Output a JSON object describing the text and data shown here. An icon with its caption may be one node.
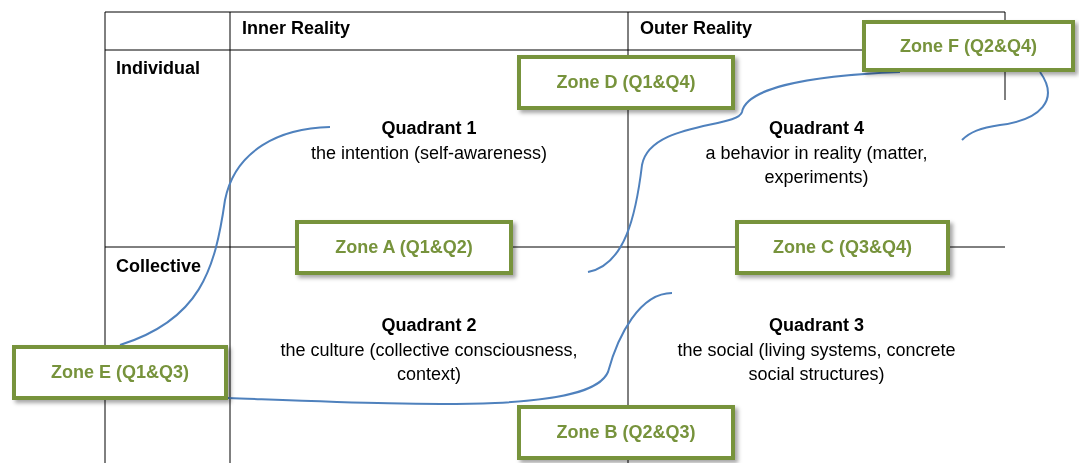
{
  "diagram": {
    "nodes": [
      {
        "text": [
          "Quadrant 1",
          "the intention (self-awareness)"
        ]
      },
      {
        "text": [
          "Quadrant 4",
          "a behavior in reality (matter, experiments)"
        ]
      },
      {
        "text": [
          "Quadrant 2",
          "the culture (collective consciousness, context)"
        ]
      },
      {
        "text": [
          "Quadrant 3",
          "the social (living systems, concrete social structures)"
        ]
      },
      {
        "text": [
          "Zone D (Q1&Q4)"
        ]
      },
      {
        "text": [
          "Zone F (Q2&Q4)"
        ]
      },
      {
        "text": [
          "Zone A (Q1&Q2)"
        ]
      },
      {
        "text": [
          "Zone C (Q3&Q4)"
        ]
      },
      {
        "text": [
          "Zone E (Q1&Q3)"
        ]
      },
      {
        "text": [
          "Zone B (Q2&Q3)"
        ]
      }
    ],
    "edges": [
      {
        "from": 8,
        "to": 0,
        "arrow": "none"
      },
      {
        "from": 8,
        "to": 3,
        "arrow": "none"
      },
      {
        "from": 5,
        "to": 2,
        "arrow": "none"
      },
      {
        "from": 5,
        "to": 1,
        "arrow": "none"
      }
    ],
    "labels": [
      "Inner Reality",
      "Outer Reality",
      "Individual",
      "Collective"
    ]
  }
}
